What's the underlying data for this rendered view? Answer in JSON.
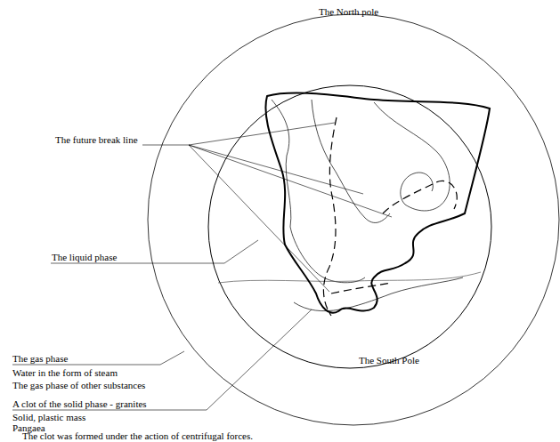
{
  "diagram": {
    "caption": "The clot was formed under the action of centrifugal forces.",
    "labels": [
      "The North pole",
      "The future break line",
      "The liquid phase",
      "The gas phase",
      "Water in the form of steam",
      "The gas phase of other substances",
      "The South Pole",
      "A clot of the solid phase - granites",
      "Solid, plastic mass",
      "Pangaea"
    ]
  }
}
